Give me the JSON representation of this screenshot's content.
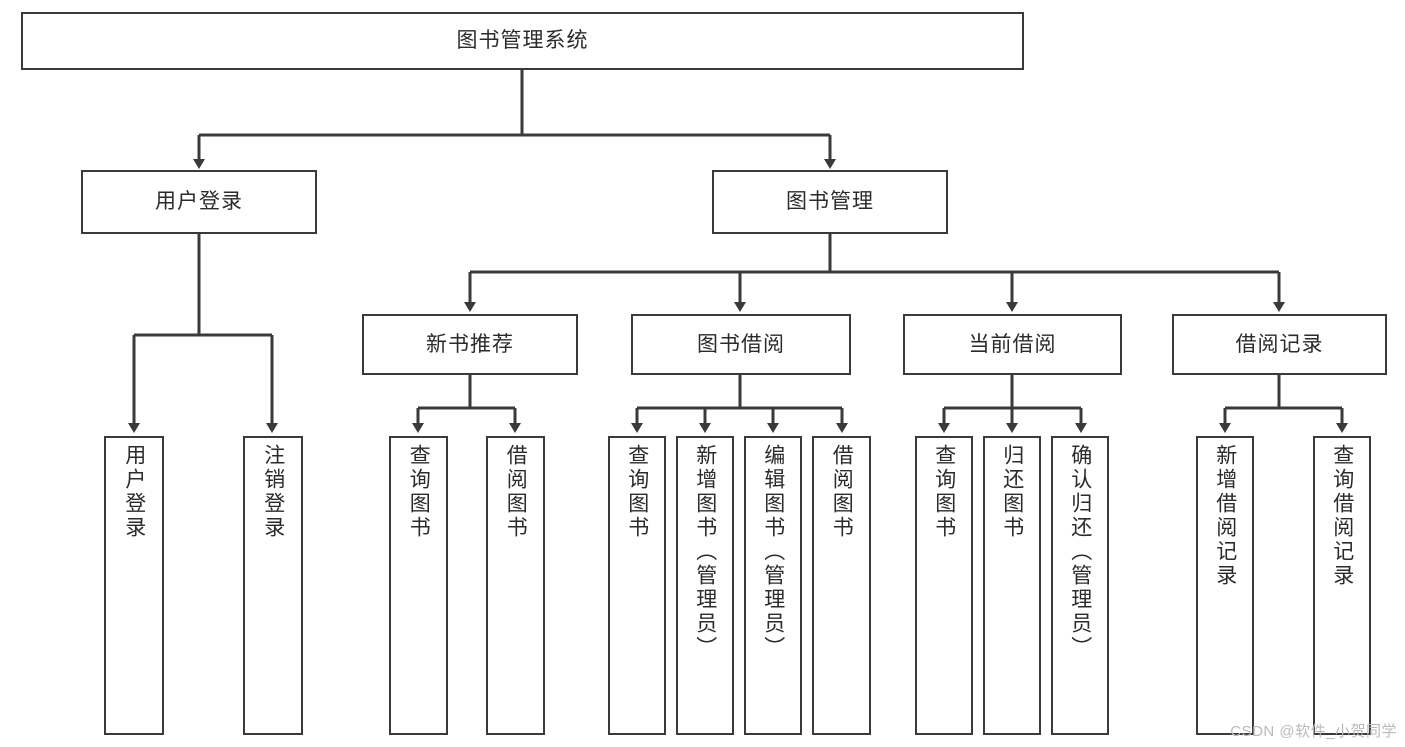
{
  "diagram": {
    "title": "图书管理系统",
    "type": "tree",
    "root": {
      "label": "图书管理系统"
    },
    "level2": [
      {
        "label": "用户登录"
      },
      {
        "label": "图书管理"
      }
    ],
    "level3": [
      {
        "label": "新书推荐",
        "parent": "图书管理"
      },
      {
        "label": "图书借阅",
        "parent": "图书管理"
      },
      {
        "label": "当前借阅",
        "parent": "图书管理"
      },
      {
        "label": "借阅记录",
        "parent": "图书管理"
      }
    ],
    "leaves": {
      "用户登录": [
        {
          "label": "用户登录"
        },
        {
          "label": "注销登录"
        }
      ],
      "新书推荐": [
        {
          "label": "查询图书"
        },
        {
          "label": "借阅图书"
        }
      ],
      "图书借阅": [
        {
          "label": "查询图书"
        },
        {
          "label": "新增图书（管理员）"
        },
        {
          "label": "编辑图书（管理员）"
        },
        {
          "label": "借阅图书"
        }
      ],
      "当前借阅": [
        {
          "label": "查询图书"
        },
        {
          "label": "归还图书"
        },
        {
          "label": "确认归还（管理员）"
        }
      ],
      "借阅记录": [
        {
          "label": "新增借阅记录"
        },
        {
          "label": "查询借阅记录"
        }
      ]
    }
  },
  "watermark": "CSDN @软件_小贺同学",
  "colors": {
    "stroke": "#3a3a3a",
    "fill": "#ffffff",
    "text": "#2b2b2b",
    "watermark": "#b9b9b9"
  }
}
